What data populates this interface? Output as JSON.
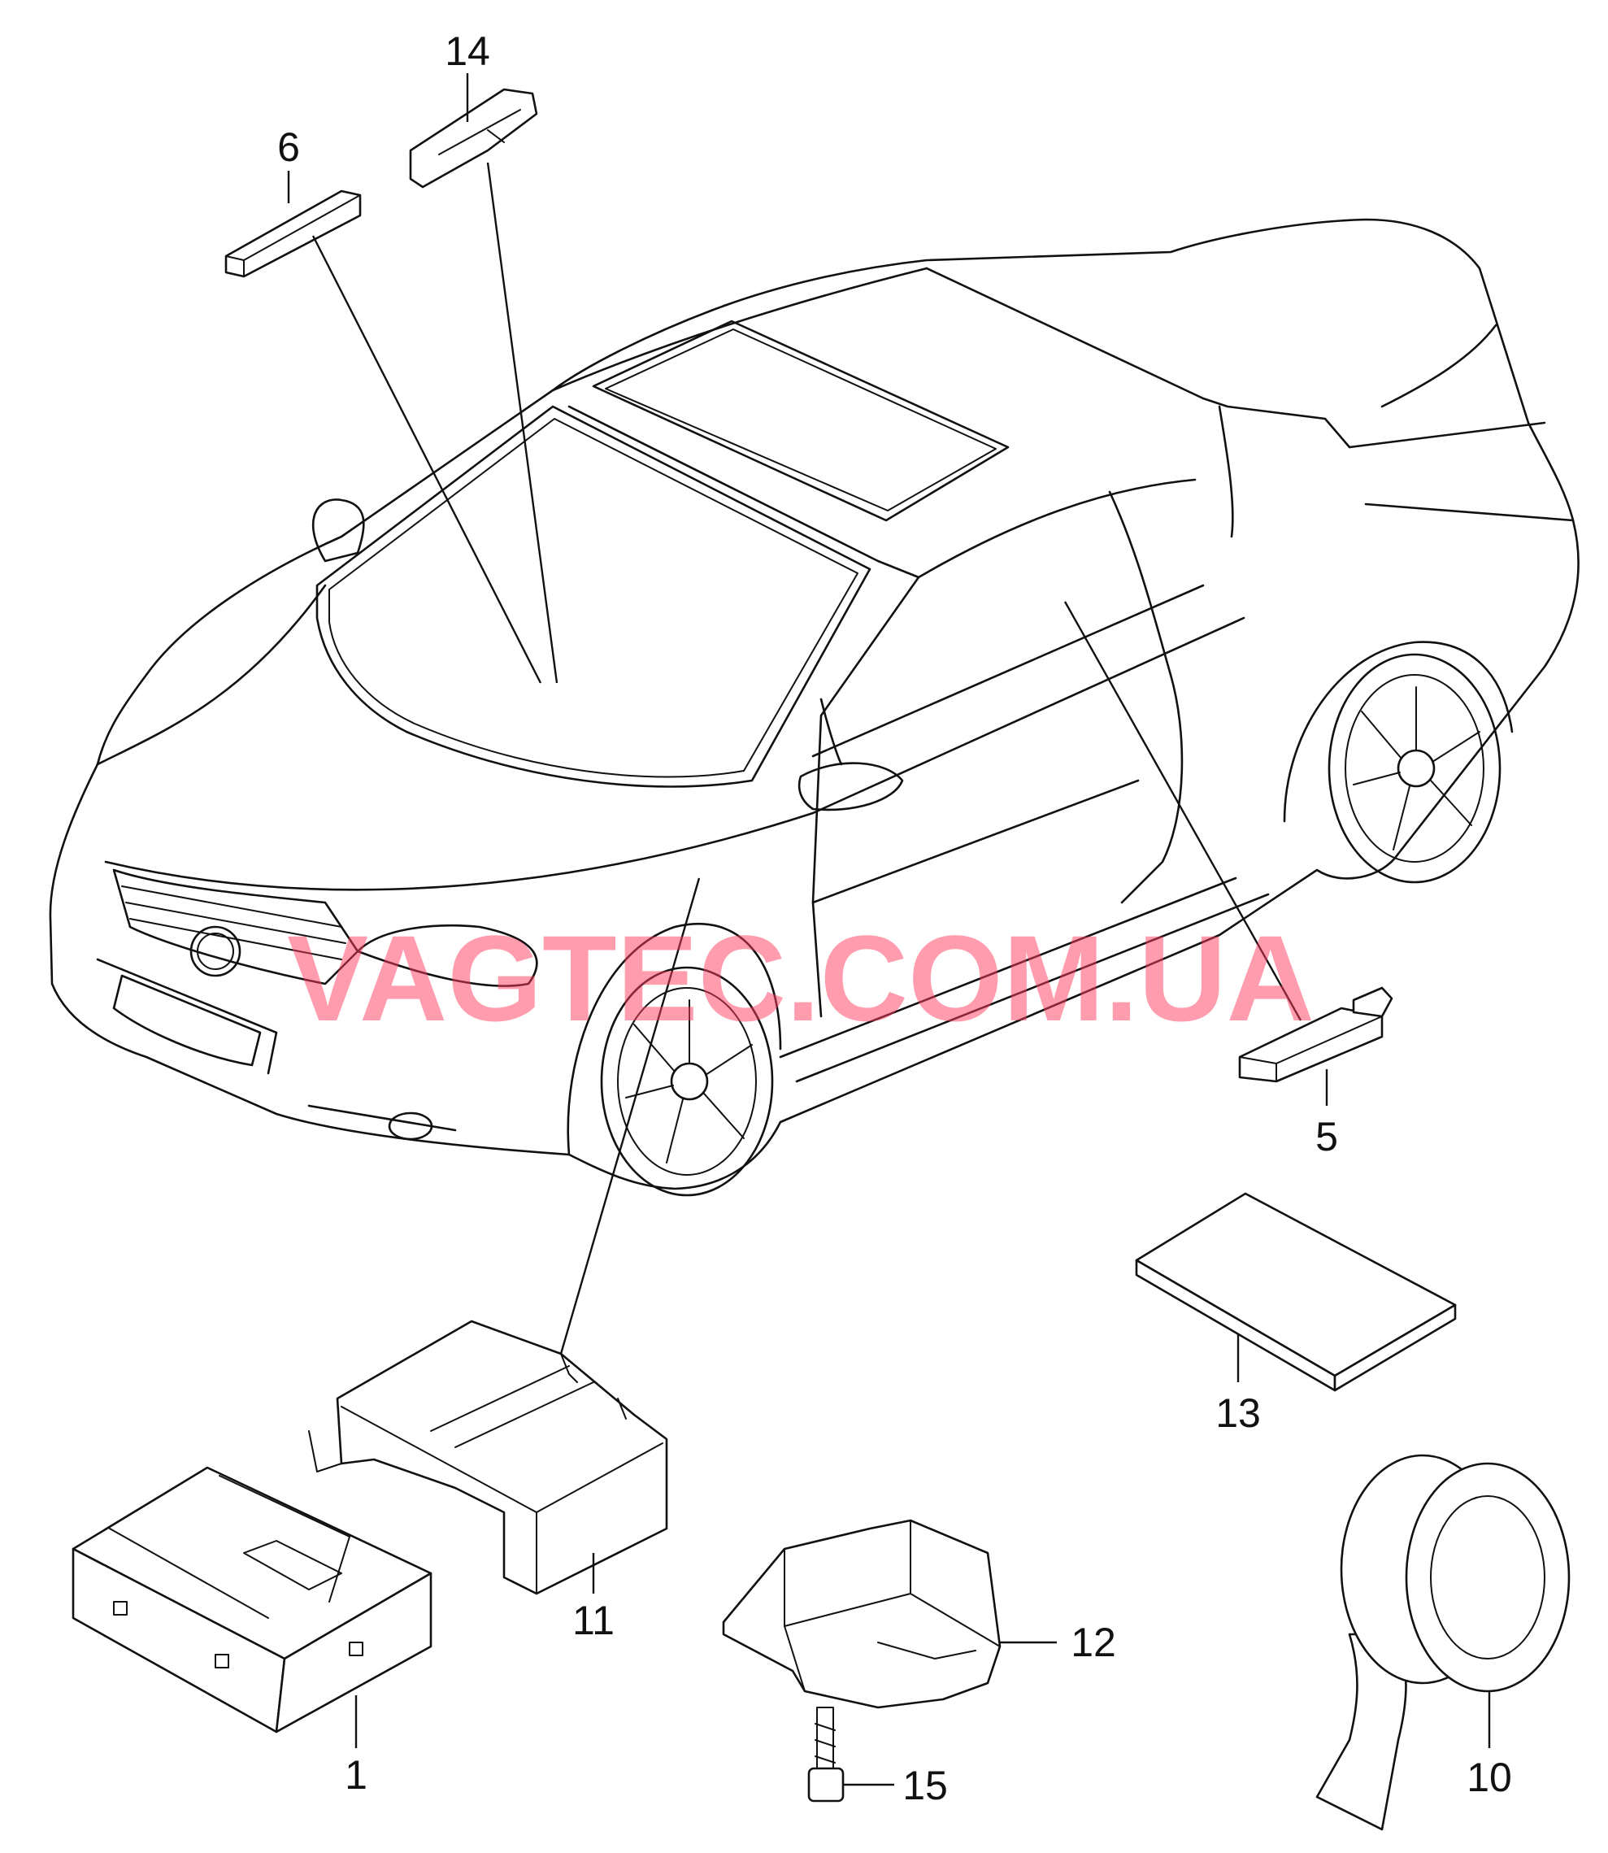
{
  "diagram": {
    "watermark": {
      "text": "VAGTEC.COM.UA",
      "color": "#ff3d5f"
    },
    "callouts": [
      {
        "id": "14",
        "label": "14"
      },
      {
        "id": "6",
        "label": "6"
      },
      {
        "id": "5",
        "label": "5"
      },
      {
        "id": "13",
        "label": "13"
      },
      {
        "id": "11",
        "label": "11"
      },
      {
        "id": "12",
        "label": "12"
      },
      {
        "id": "1",
        "label": "1"
      },
      {
        "id": "15",
        "label": "15"
      },
      {
        "id": "10",
        "label": "10"
      }
    ]
  }
}
